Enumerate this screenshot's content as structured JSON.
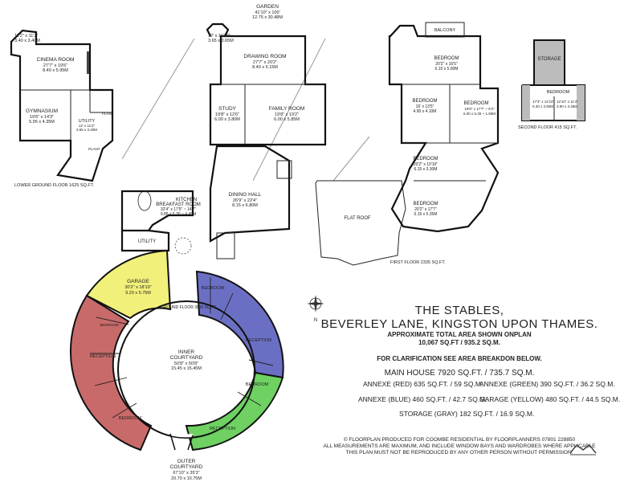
{
  "rooms": {
    "cinema": {
      "name": "CINEMA ROOM",
      "dim1": "27'7\" x 19'6\"",
      "dim2": "8.40 x 5.95M"
    },
    "tower_lg": {
      "dim1": "11'2\" x 11'2\"",
      "dim2": "3.40 x 3.40M"
    },
    "gym": {
      "name": "GYMNASIUM",
      "dim1": "19'6\" x 14'3\"",
      "dim2": "5.95 x 4.35M"
    },
    "utility_lg": {
      "name": "UTILITY",
      "dim1": "12' x 11'2\"",
      "dim2": "3.65 x 3.40M"
    },
    "plant1": {
      "name": "PLANT"
    },
    "plant2": {
      "name": "PLANT"
    },
    "garden": {
      "name": "GARDEN",
      "dim1": "41'10\" x 100'",
      "dim2": "12.75 x 30.48M"
    },
    "tower_gf": {
      "dim1": "12' x 11'10\"",
      "dim2": "3.65 x 3.65M"
    },
    "drawing": {
      "name": "DRAWING ROOM",
      "dim1": "27'7\" x 20'2\"",
      "dim2": "8.40 x 6.15M"
    },
    "study": {
      "name": "STUDY",
      "dim1": "19'8\" x 12'6\"",
      "dim2": "6.00 x 3.80M"
    },
    "family": {
      "name": "FAMILY ROOM",
      "dim1": "19'8\" x 19'2\"",
      "dim2": "6.00 x 5.85M"
    },
    "kitchen": {
      "name": "KITCHEN",
      "name2": "BREAKFAST ROOM",
      "dim1": "32'4\" x 17'5\" ~ 14'7\"",
      "dim2": "9.85 x 5.30 ~ 4.45M"
    },
    "dining": {
      "name": "DINING HALL",
      "dim1": "26'9\" x 22'4\"",
      "dim2": "8.15 x 6.80M"
    },
    "utility_gf": {
      "name": "UTILITY"
    },
    "garage": {
      "name": "GARAGE",
      "dim1": "30'2\" x 18'10\"",
      "dim2": "9.20 x 5.75M"
    },
    "inner": {
      "name": "INNER",
      "name2": "COURTYARD",
      "dim1": "50'8\" x 50'8\"",
      "dim2": "15.45 x 15.45M"
    },
    "outer": {
      "name": "OUTER",
      "name2": "COURTYARD",
      "dim1": "67'10\" x 35'3\"",
      "dim2": "20.70 x 10.75M"
    },
    "reception_red": {
      "name": "RECEPTION"
    },
    "bedroom_red": {
      "name": "BEDROOM"
    },
    "bedroom_red2": {
      "name": "BEDROOM"
    },
    "reception_blue": {
      "name": "RECEPTION"
    },
    "bedroom_blue": {
      "name": "BEDROOM"
    },
    "bedroom_green": {
      "name": "BEDROOM"
    },
    "reception_green": {
      "name": "RECEPTION"
    },
    "balcony": {
      "name": "BALCONY"
    },
    "bed_ff1": {
      "name": "BEDROOM",
      "dim1": "20'2\" x 16'5\"",
      "dim2": "6.15 x 5.00M"
    },
    "bed_ff2": {
      "name": "BEDROOM",
      "dim1": "16' x 13'5\"",
      "dim2": "4.90 x 4.10M"
    },
    "bed_ff3": {
      "name": "BEDROOM",
      "dim1": "19'8\" x 17'7\" ~ 6'3\"",
      "dim2": "6.00 x 5.35 ~ 1.90M"
    },
    "bed_ff4": {
      "name": "BEDROOM",
      "dim1": "20'2\" x 10'10\"",
      "dim2": "6.15 x 3.30M"
    },
    "bed_ff5": {
      "name": "BEDROOM",
      "dim1": "20'2\" x 17'7\"",
      "dim2": "6.15 x 5.35M"
    },
    "flat_roof": {
      "name": "FLAT ROOF"
    },
    "storage": {
      "name": "STORAGE"
    },
    "bed_sf": {
      "name": "BEDROOM",
      "dim1": "17'3\" x 12'10\"",
      "dim2": "5.30 x 3.90M",
      "dim3": "12'10\" x 11'4\"",
      "dim4": "3.90 x 3.45M"
    }
  },
  "floors": {
    "lower": "LOWER GROUND FLOOR 1625 SQ.FT.",
    "ground": "GROUND FLOOR 3045 SQ.FT.",
    "first": "FIRST FLOOR 2335 SQ.FT.",
    "second": "SECOND FLOOR 415 SQ.FT."
  },
  "title": {
    "line1": "THE STABLES,",
    "line2": "BEVERLEY LANE, KINGSTON UPON THAMES.",
    "line3": "APPROXIMATE TOTAL AREA SHOWN ONPLAN",
    "line4": "10,067 SQ.FT /  935.2 SQ.M.",
    "clarification": "FOR CLARIFICATION SEE AREA BREAKDON BELOW.",
    "main_house": "MAIN HOUSE 7920 SQ.FT. / 735.7 SQ.M."
  },
  "annexes": {
    "red": "ANNEXE (RED) 635 SQ.FT. /  59 SQ.M.",
    "green": "ANNEXE (GREEN) 390 SQ.FT. /  36.2 SQ.M.",
    "blue": "ANNEXE (BLUE) 460 SQ.FT. /  42.7 SQ.M.",
    "yellow": "GARAGE (YELLOW) 480 SQ.FT. /  44.5 SQ.M.",
    "gray": "STORAGE (GRAY) 182 SQ.FT. /  16.9 SQ.M."
  },
  "footer": {
    "line1": "© FLOORPLAN PRODUCED FOR COOMBE RESIDENTIAL BY FLOORPLANNERS 07801 228850",
    "line2": "ALL MEASUREMENTS ARE MAXIMUM, AND INCLUDE WINDOW BAYS AND WARDROBES WHERE APPLICABLE",
    "line3": "THIS PLAN MUST NOT BE REPRODUCED BY ANY OTHER PERSON WITHOUT PERMISSION."
  },
  "compass": {
    "letter": "N"
  },
  "colors": {
    "red": "#c96a6a",
    "blue": "#6b6fc4",
    "green": "#6ed162",
    "yellow": "#f1f07a",
    "gray": "#bcbcbc"
  }
}
